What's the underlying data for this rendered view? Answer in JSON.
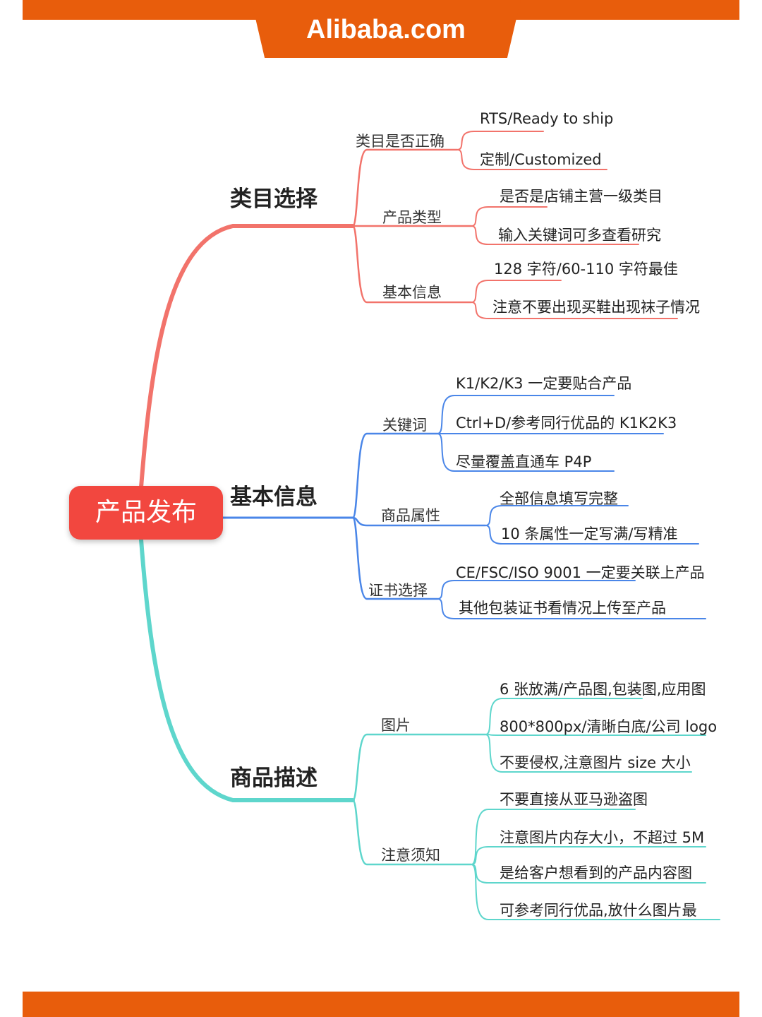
{
  "header": {
    "brand": "Alibaba.com"
  },
  "colors": {
    "accent": "#E85D0C",
    "root": "#F2473F",
    "branch1": "#F2736B",
    "branch2": "#4A86E8",
    "branch3": "#5ED6CC"
  },
  "root": {
    "label": "产品发布"
  },
  "branches": [
    {
      "label": "类目选择",
      "children": [
        {
          "label": "类目是否正确",
          "leaves": [
            "RTS/Ready to ship",
            "定制/Customized"
          ]
        },
        {
          "label": "产品类型",
          "leaves": [
            "是否是店铺主营一级类目",
            "输入关键词可多查看研究"
          ]
        },
        {
          "label": "基本信息",
          "leaves": [
            "128 字符/60-110 字符最佳",
            "注意不要出现买鞋出现袜子情况"
          ]
        }
      ]
    },
    {
      "label": "基本信息",
      "children": [
        {
          "label": "关键词",
          "leaves": [
            "K1/K2/K3 一定要贴合产品",
            "Ctrl+D/参考同行优品的 K1K2K3",
            "尽量覆盖直通车 P4P"
          ]
        },
        {
          "label": "商品属性",
          "leaves": [
            "全部信息填写完整",
            "10 条属性一定写满/写精准"
          ]
        },
        {
          "label": "证书选择",
          "leaves": [
            "CE/FSC/ISO 9001 一定要关联上产品",
            "其他包装证书看情况上传至产品"
          ]
        }
      ]
    },
    {
      "label": "商品描述",
      "children": [
        {
          "label": "图片",
          "leaves": [
            "6 张放满/产品图,包装图,应用图",
            "800*800px/清晰白底/公司 logo",
            "不要侵权,注意图片 size 大小"
          ]
        },
        {
          "label": "注意须知",
          "leaves": [
            "不要直接从亚马逊盗图",
            "注意图片内存大小，不超过 5M",
            "是给客户想看到的产品内容图",
            "可参考同行优品,放什么图片最"
          ]
        }
      ]
    }
  ]
}
